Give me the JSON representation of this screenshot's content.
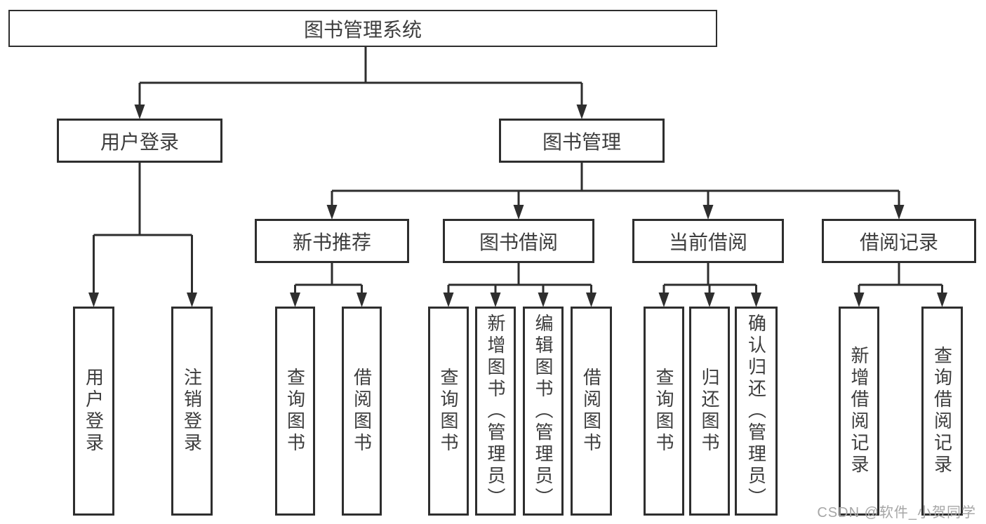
{
  "watermark": "CSDN @软件_小贺同学",
  "colors": {
    "line": "#2e2e2e",
    "border": "#2e2e2e",
    "text": "#3d3d3d",
    "watermark": "#a6a6a6",
    "background": "#ffffff"
  },
  "tree": {
    "label": "图书管理系统",
    "children": [
      {
        "label": "用户登录",
        "children": [
          {
            "label": "用户登录"
          },
          {
            "label": "注销登录"
          }
        ]
      },
      {
        "label": "图书管理",
        "children": [
          {
            "label": "新书推荐",
            "children": [
              {
                "label": "查询图书"
              },
              {
                "label": "借阅图书"
              }
            ]
          },
          {
            "label": "图书借阅",
            "children": [
              {
                "label": "查询图书"
              },
              {
                "label": "新增图书（管理员）"
              },
              {
                "label": "编辑图书（管理员）"
              },
              {
                "label": "借阅图书"
              }
            ]
          },
          {
            "label": "当前借阅",
            "children": [
              {
                "label": "查询图书"
              },
              {
                "label": "归还图书"
              },
              {
                "label": "确认归还（管理员）"
              }
            ]
          },
          {
            "label": "借阅记录",
            "children": [
              {
                "label": "新增借阅记录"
              },
              {
                "label": "查询借阅记录"
              }
            ]
          }
        ]
      }
    ]
  }
}
